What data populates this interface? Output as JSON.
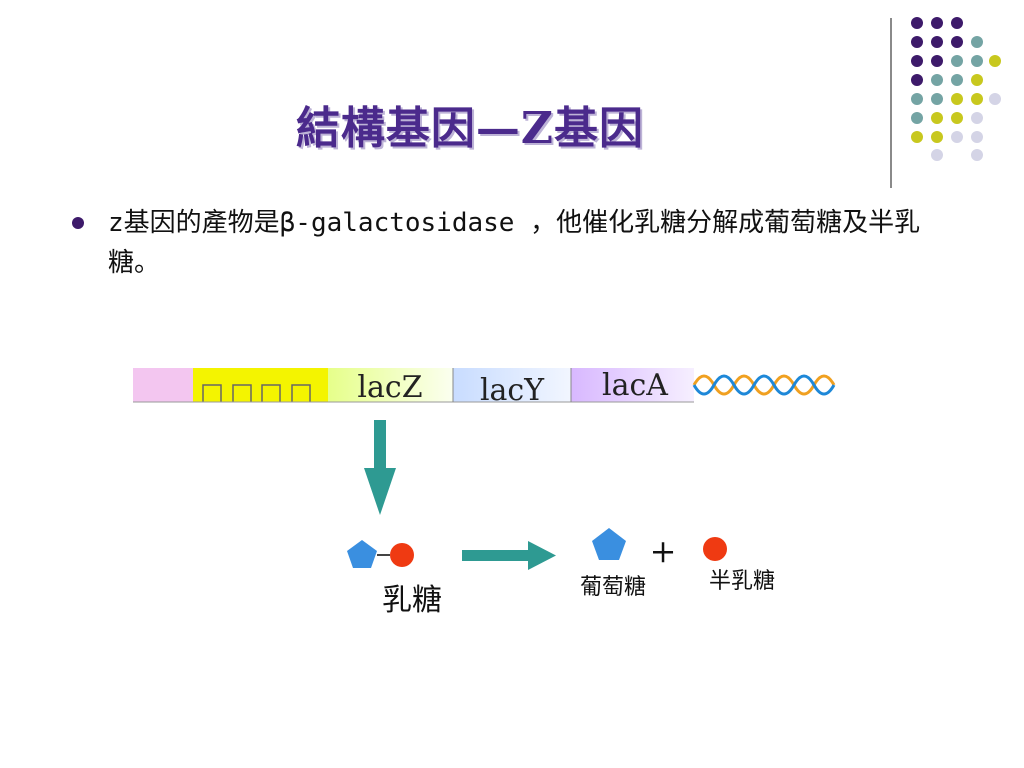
{
  "slide": {
    "title": "結構基因—Z基因",
    "bullet": "z基因的產物是β-galactosidase ，他催化乳糖分解成葡萄糖及半乳糖。"
  },
  "diagram": {
    "gene_labels": [
      "lacZ",
      "lacY",
      "lacA"
    ],
    "substrate_label": "乳糖",
    "product1_label": "葡萄糖",
    "product2_label": "半乳糖",
    "plus_sign": "+"
  },
  "colors": {
    "title": "#4b2a8c",
    "dot_purple": "#3d1a6a",
    "dot_teal": "#74a4a4",
    "dot_yellow": "#c8c81e",
    "dot_lavender": "#d4d4e6",
    "arrow": "#2e9a92",
    "pentagon": "#3a8fe0",
    "circle": "#ef3a12"
  }
}
